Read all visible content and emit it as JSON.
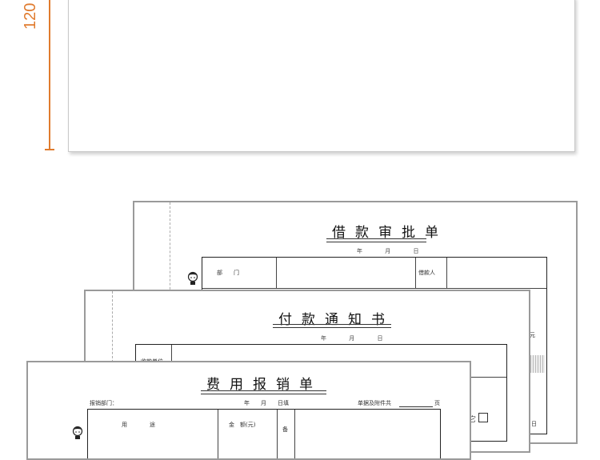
{
  "dimension": {
    "value": "120"
  },
  "forms": {
    "loan_approval": {
      "title": "借款审批单",
      "date": "年 月 日",
      "fields": {
        "department": "部　　门",
        "borrower": "借款人",
        "amount_unit": "元",
        "date_short": "日"
      }
    },
    "payment_notice": {
      "title": "付款通知书",
      "date": "年 月 日",
      "fields": {
        "receiving_unit": "收款单位",
        "other": "它"
      }
    },
    "expense_claim": {
      "title": "费用报销单",
      "header_left": "报销部门：",
      "header_date": "年　　月　　日填",
      "header_right": "单据及附件共",
      "header_pages": "页",
      "columns": {
        "purpose": "用　　　　途",
        "amount": "金　额(元)",
        "remark": "备"
      }
    }
  }
}
